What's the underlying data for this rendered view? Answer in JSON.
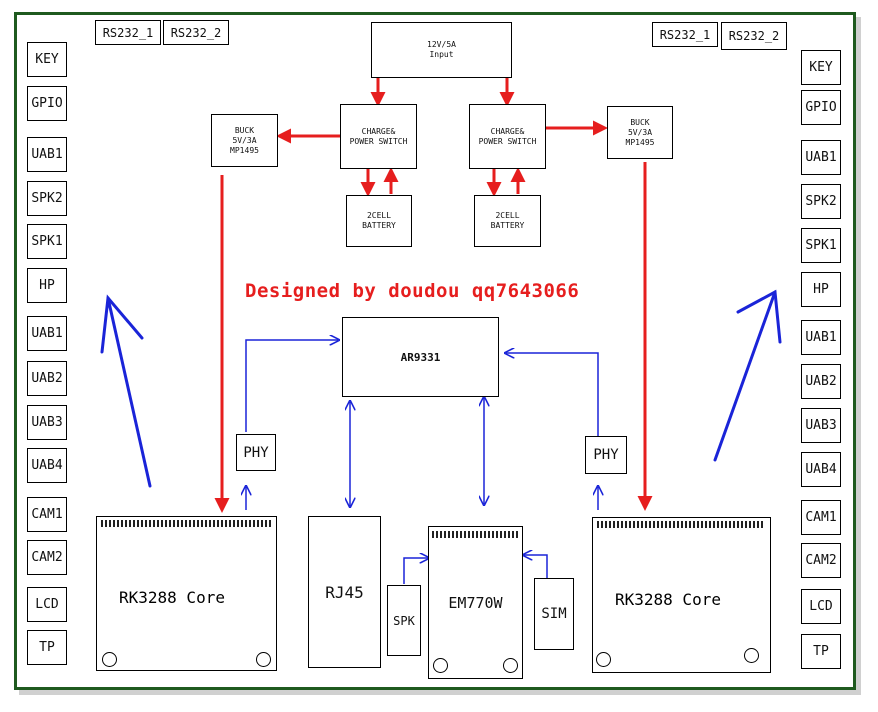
{
  "title": "Designed by doudou qq7643066",
  "colors": {
    "frame": "#1f5a1f",
    "power_arrow": "#e61e1e",
    "signal_arrow": "#1a24d8",
    "title": "#e61e1e"
  },
  "top_left_ports": [
    "RS232_1",
    "RS232_2"
  ],
  "top_right_ports": [
    "RS232_1",
    "RS232_2"
  ],
  "left_ports": [
    "KEY",
    "GPIO",
    "UAB1",
    "SPK2",
    "SPK1",
    "HP",
    "UAB1",
    "UAB2",
    "UAB3",
    "UAB4",
    "CAM1",
    "CAM2",
    "LCD",
    "TP"
  ],
  "right_ports": [
    "KEY",
    "GPIO",
    "UAB1",
    "SPK2",
    "SPK1",
    "HP",
    "UAB1",
    "UAB2",
    "UAB3",
    "UAB4",
    "CAM1",
    "CAM2",
    "LCD",
    "TP"
  ],
  "power": {
    "input": "12V/5A\nInput",
    "charge_left": "CHARGE&\nPOWER SWITCH",
    "charge_right": "CHARGE&\nPOWER SWITCH",
    "buck_left": "BUCK\n5V/3A\nMP1495",
    "buck_right": "BUCK\n5V/3A\nMP1495",
    "battery_left": "2CELL\nBATTERY",
    "battery_right": "2CELL\nBATTERY"
  },
  "center": {
    "soc": "AR9331",
    "phy_left": "PHY",
    "phy_right": "PHY",
    "rj45": "RJ45",
    "spk": "SPK",
    "modem": "EM770W",
    "sim": "SIM"
  },
  "cores": {
    "left": "RK3288 Core",
    "right": "RK3288 Core"
  }
}
